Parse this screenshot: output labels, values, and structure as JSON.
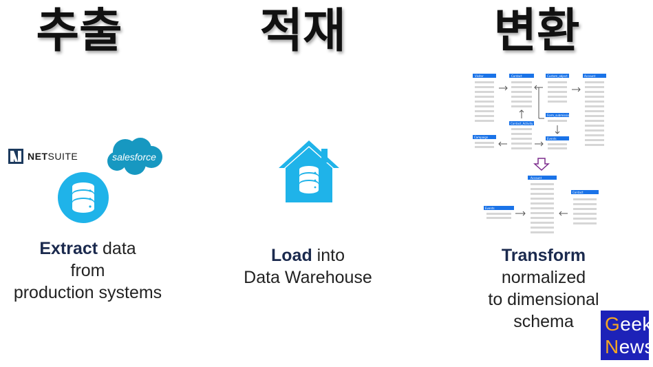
{
  "titles": {
    "extract": "추출",
    "load": "적재",
    "transform": "변환"
  },
  "logos": {
    "netsuite_bold": "NET",
    "netsuite_light": "SUITE",
    "salesforce": "salesforce"
  },
  "captions": {
    "extract": {
      "bold": "Extract",
      "line1_rest": " data",
      "line2": "from",
      "line3": "production systems"
    },
    "load": {
      "bold": "Load",
      "line1_rest": " into",
      "line2": "Data Warehouse"
    },
    "transform": {
      "bold": "Transform",
      "line2": "normalized",
      "line3": "to dimensional",
      "line4": "schema"
    }
  },
  "schema_tables": {
    "top": [
      "Visitor",
      "Contact",
      "Custom_object",
      "Account"
    ],
    "middle": [
      "Form_submissions",
      "Contact_Activity",
      "Campaign",
      "Events"
    ],
    "bottom": [
      "Account",
      "Contact",
      "Events"
    ]
  },
  "badge": {
    "first_g": "G",
    "rest_g": "eek",
    "first_n": "N",
    "rest_n": "ews"
  },
  "colors": {
    "brand_blue": "#1a73e8",
    "db_cyan": "#1fb3e9",
    "salesforce_blue": "#1798c1",
    "arrow_purple": "#7b2a8c"
  }
}
